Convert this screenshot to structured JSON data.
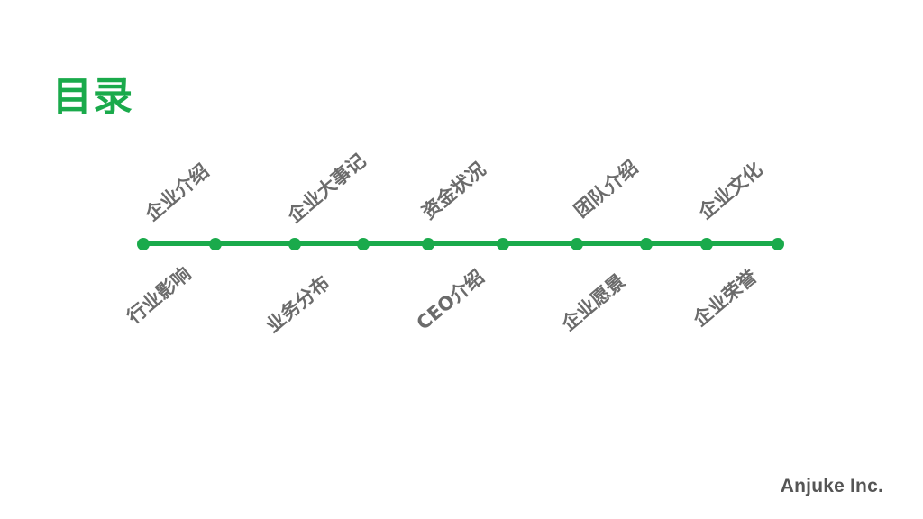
{
  "page": {
    "title": "目录",
    "footer": "Anjuke Inc."
  },
  "timeline": {
    "upper_items": [
      "企业介绍",
      "企业大事记",
      "资金状况",
      "团队介绍",
      "企业文化"
    ],
    "lower_items": [
      "行业影响",
      "业务分布",
      "CEO介绍",
      "企业愿景",
      "企业荣誉"
    ]
  },
  "colors": {
    "accent": "#1aaa4b",
    "label_text": "#6b6b6b",
    "footer_text": "#555555",
    "background": "#ffffff"
  }
}
